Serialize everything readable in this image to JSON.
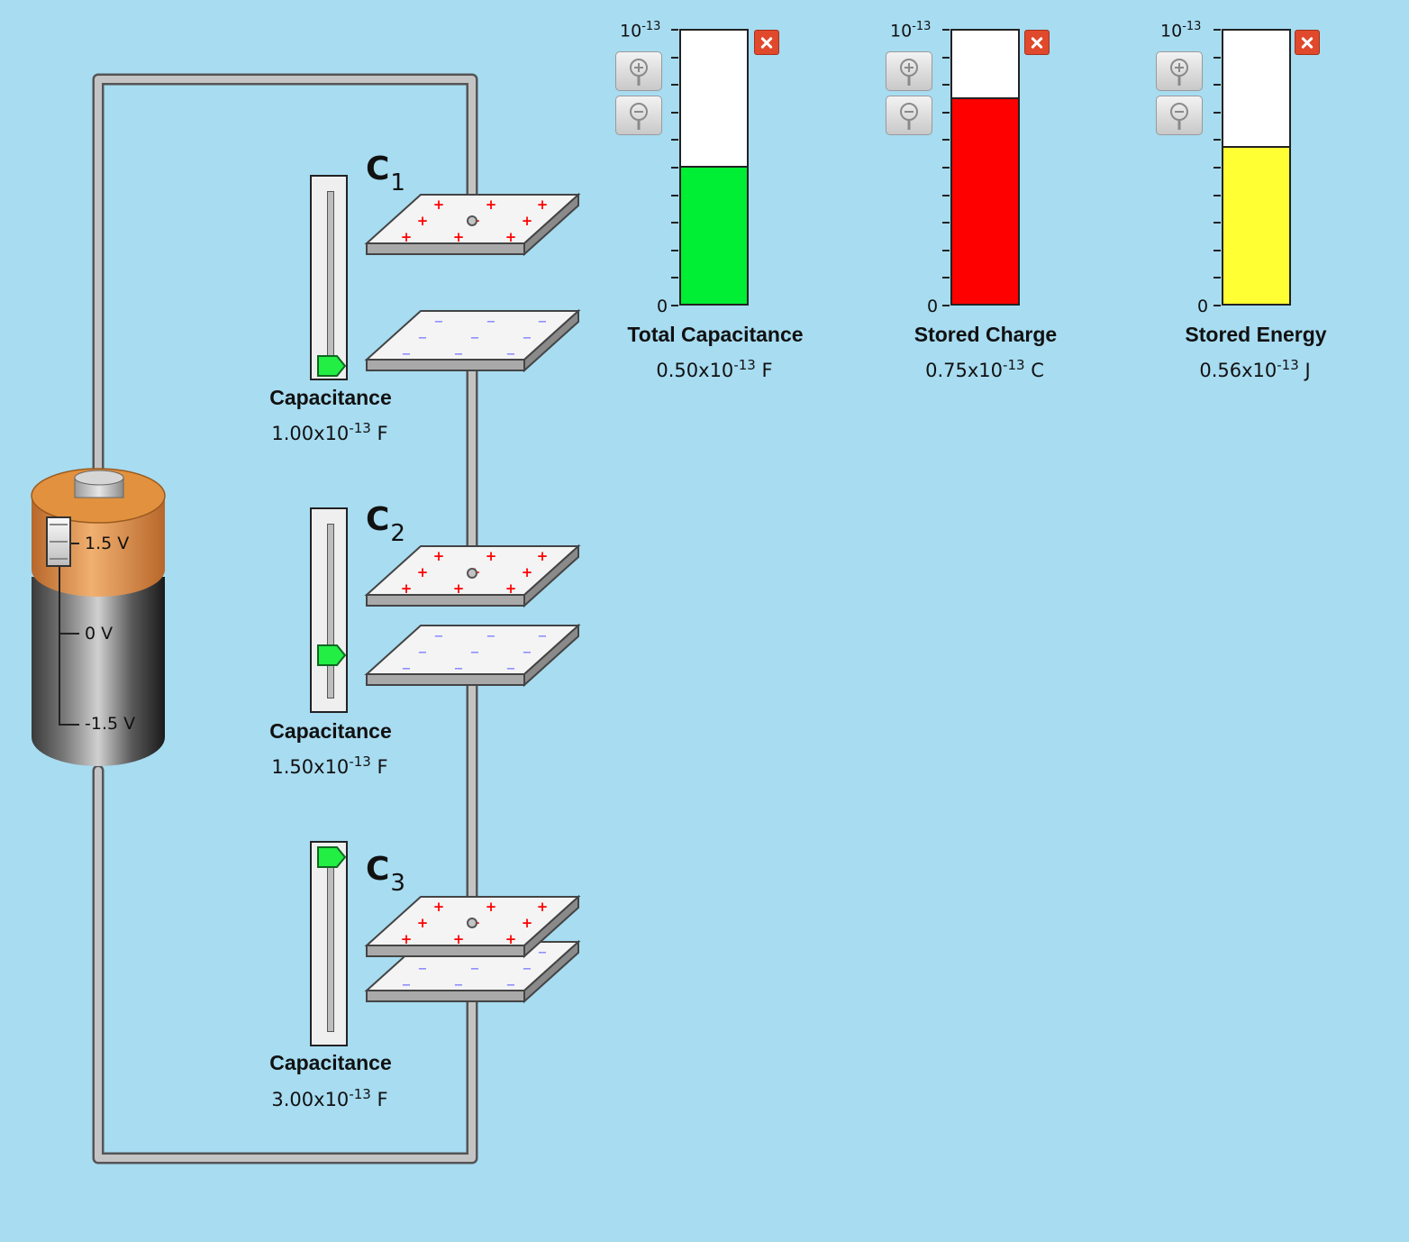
{
  "battery": {
    "labels": [
      "1.5 V",
      "0 V",
      "-1.5 V"
    ],
    "voltage_fraction": 0.0
  },
  "capacitors": [
    {
      "name": "C",
      "sub": "1",
      "label": "Capacitance",
      "mantissa": "1.00x10",
      "exponent": "-13",
      "unit": "F",
      "slider_fraction": 0.0
    },
    {
      "name": "C",
      "sub": "2",
      "label": "Capacitance",
      "mantissa": "1.50x10",
      "exponent": "-13",
      "unit": "F",
      "slider_fraction": 0.25
    },
    {
      "name": "C",
      "sub": "3",
      "label": "Capacitance",
      "mantissa": "3.00x10",
      "exponent": "-13",
      "unit": "F",
      "slider_fraction": 1.0
    }
  ],
  "meters": [
    {
      "id": "total-capacitance",
      "title": "Total Capacitance",
      "scale_base": "10",
      "scale_exp": "-13",
      "zero": "0",
      "value_mantissa": "0.50x10",
      "value_exp": "-13",
      "unit": "F",
      "fill_fraction": 0.5,
      "color": "#00ee33"
    },
    {
      "id": "stored-charge",
      "title": "Stored Charge",
      "scale_base": "10",
      "scale_exp": "-13",
      "zero": "0",
      "value_mantissa": "0.75x10",
      "value_exp": "-13",
      "unit": "C",
      "fill_fraction": 0.75,
      "color": "#ff0000"
    },
    {
      "id": "stored-energy",
      "title": "Stored Energy",
      "scale_base": "10",
      "scale_exp": "-13",
      "zero": "0",
      "value_mantissa": "0.56x10",
      "value_exp": "-13",
      "unit": "J",
      "fill_fraction": 0.57,
      "color": "#ffff33"
    }
  ],
  "plate_symbols": {
    "positive": "+",
    "negative": "−"
  },
  "colors": {
    "background": "#a7dcf1",
    "battery_top": "#d98a3a",
    "battery_body": "#2b2b2b",
    "slider_thumb": "#22ee44",
    "positive": "#ff0000",
    "negative": "#8a8aff"
  }
}
